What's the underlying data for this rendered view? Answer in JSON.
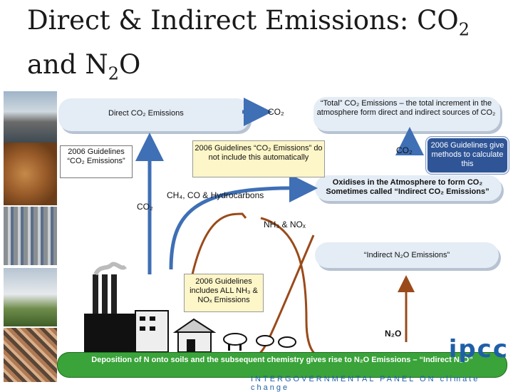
{
  "title": {
    "line1": "Direct & Indirect Emissions: CO",
    "line1_sub": "2",
    "line2a": "and N",
    "line2_sub": "2",
    "line2b": "O"
  },
  "panels": {
    "direct_co2": "Direct CO₂ Emissions",
    "total_co2": "“Total” CO₂ Emissions – the total increment in the atmosphere form direct and indirect sources of CO₂",
    "oxidises": "Oxidises in the Atmosphere to form CO₂ Sometimes called “Indirect CO₂ Emissions”",
    "indirect_n2o": "“Indirect N₂O Emissions”"
  },
  "labels": {
    "co2_top": "CO₂",
    "co2_right": "CO₂",
    "co2_left": "CO₂",
    "ch4_line": "CH₄, CO & Hydrocarbons",
    "nh3_line": "NH₃ & NOₓ",
    "n2o": "N₂O"
  },
  "callouts": {
    "guidelines_co2": "2006 Guidelines “CO₂ Emissions”",
    "guidelines_not_include": "2006 Guidelines “CO₂ Emissions” do not include this automatically",
    "guidelines_nh3": "2006 Guidelines includes ALL NH₃ & NOₓ Emissions",
    "guidelines_methods": "2006 Guidelines give methods to calculate this"
  },
  "bottom_bar": "Deposition of N onto soils and the subsequent chemistry gives rise to N₂O Emissions – “Indirect N₂O”",
  "logo": {
    "text": "ipcc",
    "subtitle": "INTERGOVERNMENTAL PANEL ON climate change"
  },
  "colors": {
    "panel": "#e4ecf5",
    "arrow_blue": "#3f6fb5",
    "arrow_brown": "#9a4a1a",
    "bar_green": "#3aa33a",
    "callout_blue": "#2f5597"
  }
}
